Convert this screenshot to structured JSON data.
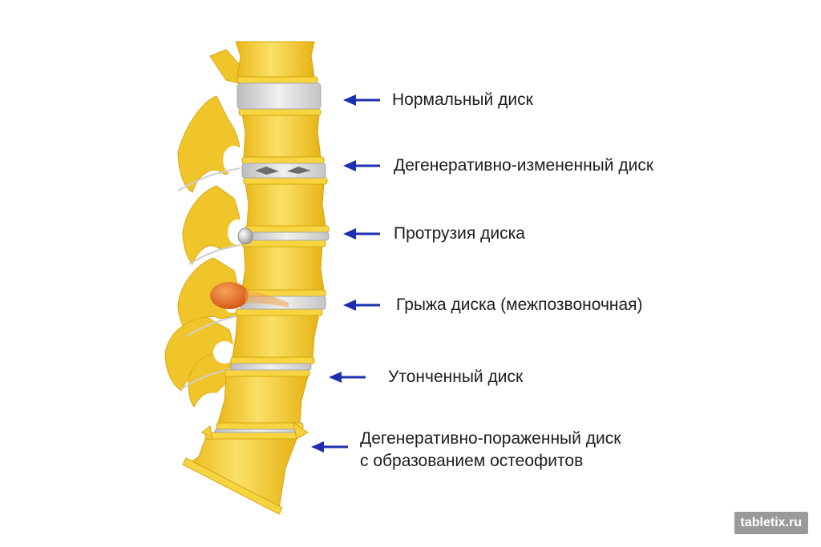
{
  "labels": {
    "normal": "Нормальный диск",
    "degenerative_changed": "Дегенеративно-измененный диск",
    "protrusion": "Протрузия диска",
    "hernia": "Грыжа диска (межпозвоночная)",
    "thinned": "Утонченный диск",
    "degenerative_affected_line1": "Дегенеративно-пораженный диск",
    "degenerative_affected_line2": "с образованием остеофитов"
  },
  "watermark": "tabletix.ru",
  "colors": {
    "bone": "#f2cc2a",
    "bone_light": "#fbe26a",
    "bone_dark": "#d9a90e",
    "disc": "#cfcfcf",
    "hernia": "#e0631a",
    "arrow": "#1d2fb0"
  }
}
